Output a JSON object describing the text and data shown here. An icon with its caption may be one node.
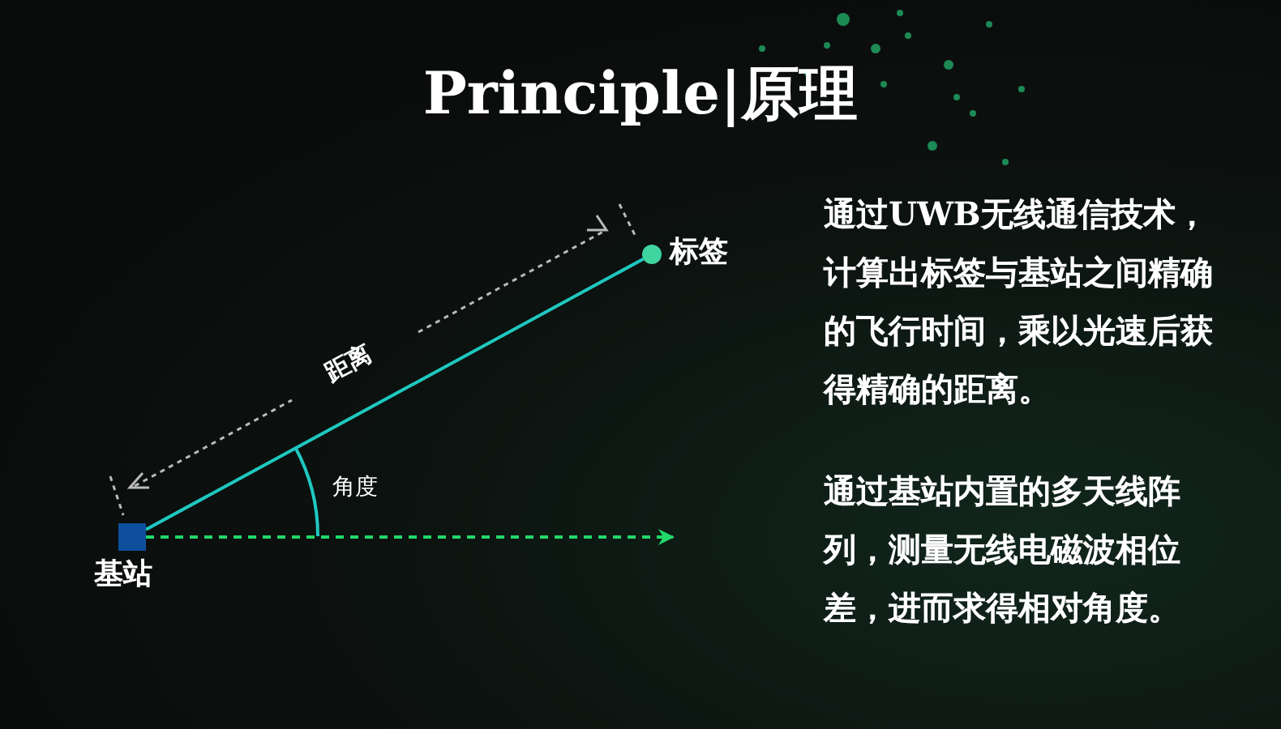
{
  "diagram": {
    "title": "Principle|原理",
    "nodes": [
      {
        "text": [],
        "shape": "box",
        "beside": [
          "基站"
        ]
      },
      {
        "text": [],
        "shape": "circle",
        "beside": [
          "标签"
        ]
      }
    ],
    "edges": [
      {
        "from": 0,
        "to": 1,
        "arrow": "none",
        "color": "#1fc8c0"
      },
      {
        "from": 0,
        "to": null,
        "arrow": "to",
        "style": "dashed",
        "color": "#22d86a"
      }
    ],
    "labels": [
      "距离",
      "角度",
      "通过UWB无线通信技术，计算出标签与基站之间精确的飞行时间，乘以光速后获得精确的距离。",
      "通过基站内置的多天线阵列，测量无线电磁波相位差，进而求得相对角度。"
    ]
  }
}
